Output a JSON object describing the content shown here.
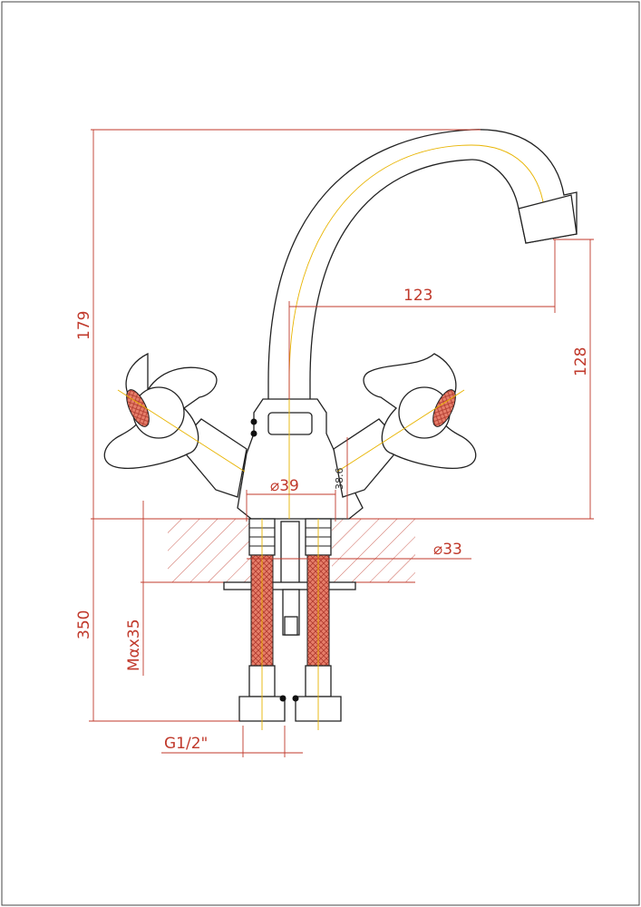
{
  "colors": {
    "dimension": "#c0392b",
    "outline": "#222222",
    "axis": "#e8b400",
    "hose": "#d9533f"
  },
  "dimensions": {
    "total_height": "179",
    "spout_reach": "123",
    "spout_height": "128",
    "handle_offset": "38.6",
    "base_diameter": "⌀39",
    "hole_diameter": "⌀33",
    "hose_length": "350",
    "mount_thread": "Mαx35",
    "connection_thread": "G1/2\""
  }
}
